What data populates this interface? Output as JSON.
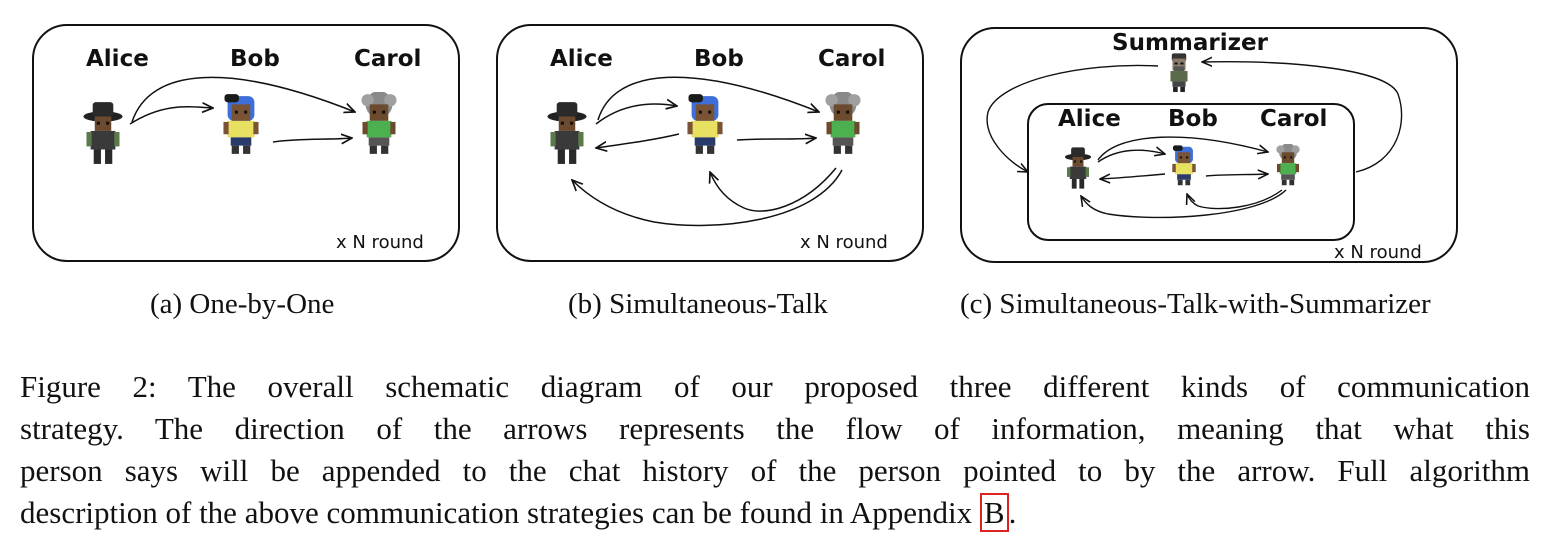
{
  "panel_a": {
    "names": [
      "Alice",
      "Bob",
      "Carol"
    ],
    "round_label": "x N round",
    "subcaption": "(a) One-by-One"
  },
  "panel_b": {
    "names": [
      "Alice",
      "Bob",
      "Carol"
    ],
    "round_label": "x N round",
    "subcaption": "(b) Simultaneous-Talk"
  },
  "panel_c": {
    "summarizer": "Summarizer",
    "names": [
      "Alice",
      "Bob",
      "Carol"
    ],
    "round_label": "x N round",
    "subcaption": "(c) Simultaneous-Talk-with-Summarizer"
  },
  "caption": {
    "line1": "Figure 2: The overall schematic diagram of our proposed three different kinds of communication",
    "line2": "strategy. The direction of the arrows represents the flow of information, meaning that what this",
    "line3": "person says will be appended to the chat history of the person pointed to by the arrow. Full algorithm",
    "line4_prefix": "description of the above communication strategies can be found in Appendix ",
    "appendix_ref": "B",
    "line4_suffix": "."
  },
  "colors": {
    "alice_hat": "#2a2a2a",
    "bob_hair": "#3f6fd8",
    "bob_shirt": "#e8e060",
    "carol_hair": "#8a8a8a",
    "carol_shirt": "#4caf50",
    "skin": "#6b4a2e",
    "highlight_box": "#dd2222"
  }
}
